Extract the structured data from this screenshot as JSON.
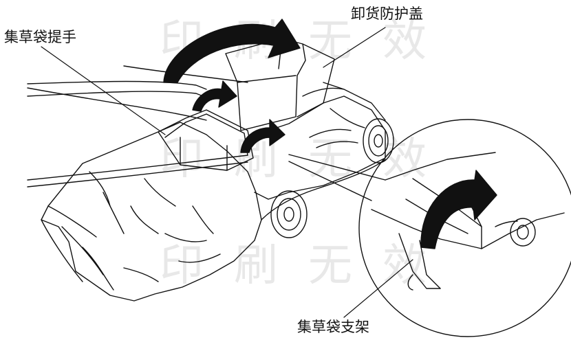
{
  "labels": {
    "grass_bag_handle": "集草袋提手",
    "unload_guard_cover": "卸货防护盖",
    "grass_bag_bracket": "集草袋支架"
  },
  "watermark": [
    "印刷无效",
    "印刷无效",
    "印刷无效"
  ],
  "colors": {
    "line": "#111111",
    "arrow": "#111111",
    "watermark": "#e8e8e8",
    "background": "#ffffff"
  },
  "icons": [
    "lawnmower-illustration",
    "grass-bag-illustration",
    "curved-arrow-icon",
    "detail-magnifier-circle"
  ]
}
